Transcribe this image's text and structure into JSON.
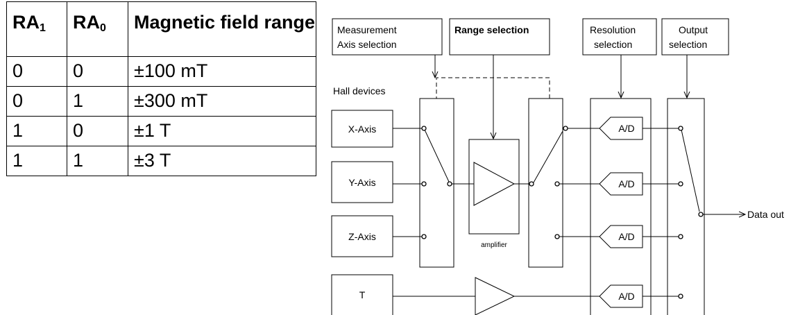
{
  "table": {
    "headers": {
      "ra1_main": "RA",
      "ra1_sub": "1",
      "ra0_main": "RA",
      "ra0_sub": "0",
      "range": "Magnetic field range"
    },
    "rows": [
      {
        "ra1": "0",
        "ra0": "0",
        "range": "±100 mT"
      },
      {
        "ra1": "0",
        "ra0": "1",
        "range": "±300 mT"
      },
      {
        "ra1": "1",
        "ra0": "0",
        "range": "±1 T"
      },
      {
        "ra1": "1",
        "ra0": "1",
        "range": "±3 T"
      }
    ]
  },
  "diagram": {
    "measurement_line1": "Measurement",
    "measurement_line2": "Axis selection",
    "range_selection": "Range selection",
    "resolution_line1": "Resolution",
    "resolution_line2": "selection",
    "output_line1": "Output",
    "output_line2": "selection",
    "hall_devices": "Hall devices",
    "x_axis": "X-Axis",
    "y_axis": "Y-Axis",
    "z_axis": "Z-Axis",
    "t": "T",
    "amplifier": "amplifier",
    "adc": "A/D",
    "data_out": "Data out"
  }
}
